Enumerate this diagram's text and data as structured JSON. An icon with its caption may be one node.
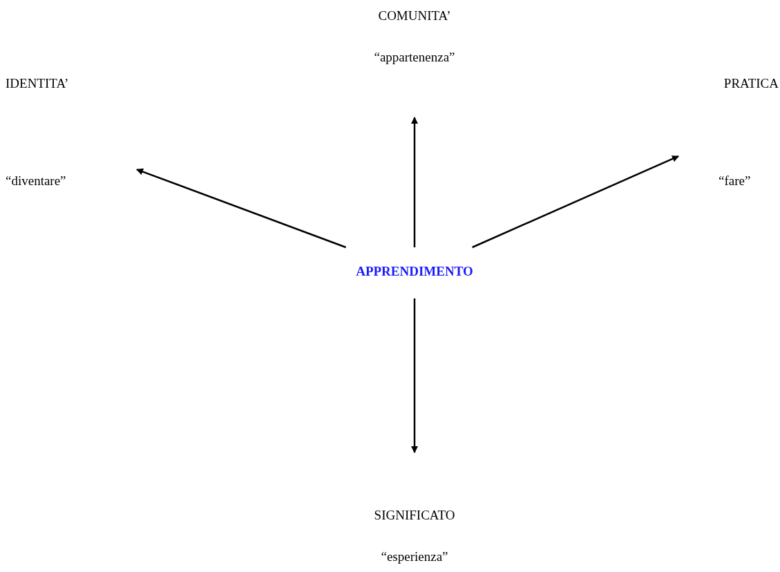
{
  "diagram": {
    "nodes": [
      {
        "text": [
          "APPRENDIMENTO"
        ]
      },
      {
        "text": [
          "COMUNITA’",
          "“appartenenza”"
        ]
      },
      {
        "text": [
          "IDENTITA’",
          "“diventare”"
        ]
      },
      {
        "text": [
          "PRATICA",
          "“fare”"
        ]
      },
      {
        "text": [
          "SIGNIFICATO",
          "“esperienza”"
        ]
      }
    ],
    "edges": [
      {
        "from": 0,
        "to": 1,
        "arrow": "to"
      },
      {
        "from": 0,
        "to": 2,
        "arrow": "to"
      },
      {
        "from": 0,
        "to": 3,
        "arrow": "to"
      },
      {
        "from": 0,
        "to": 4,
        "arrow": "to"
      }
    ]
  }
}
